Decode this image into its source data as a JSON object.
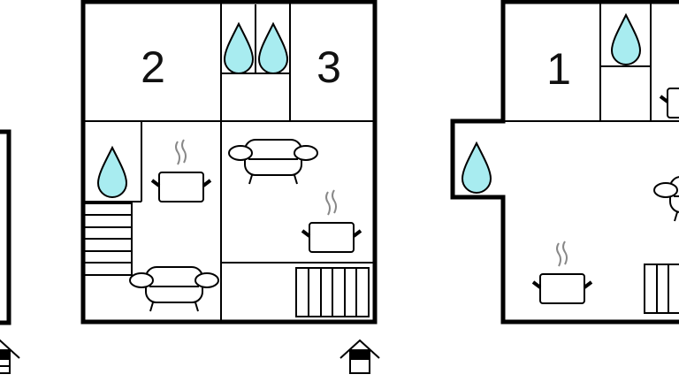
{
  "floor_plans": [
    {
      "name": "left-partial-floor"
    },
    {
      "name": "middle-floor",
      "rooms": [
        {
          "label": "2"
        },
        {
          "label": "3"
        }
      ]
    },
    {
      "name": "right-floor",
      "rooms": [
        {
          "label": "1"
        }
      ]
    }
  ],
  "colors": {
    "water": "#a8ecf0",
    "wall": "#000000",
    "steam": "#888888"
  }
}
